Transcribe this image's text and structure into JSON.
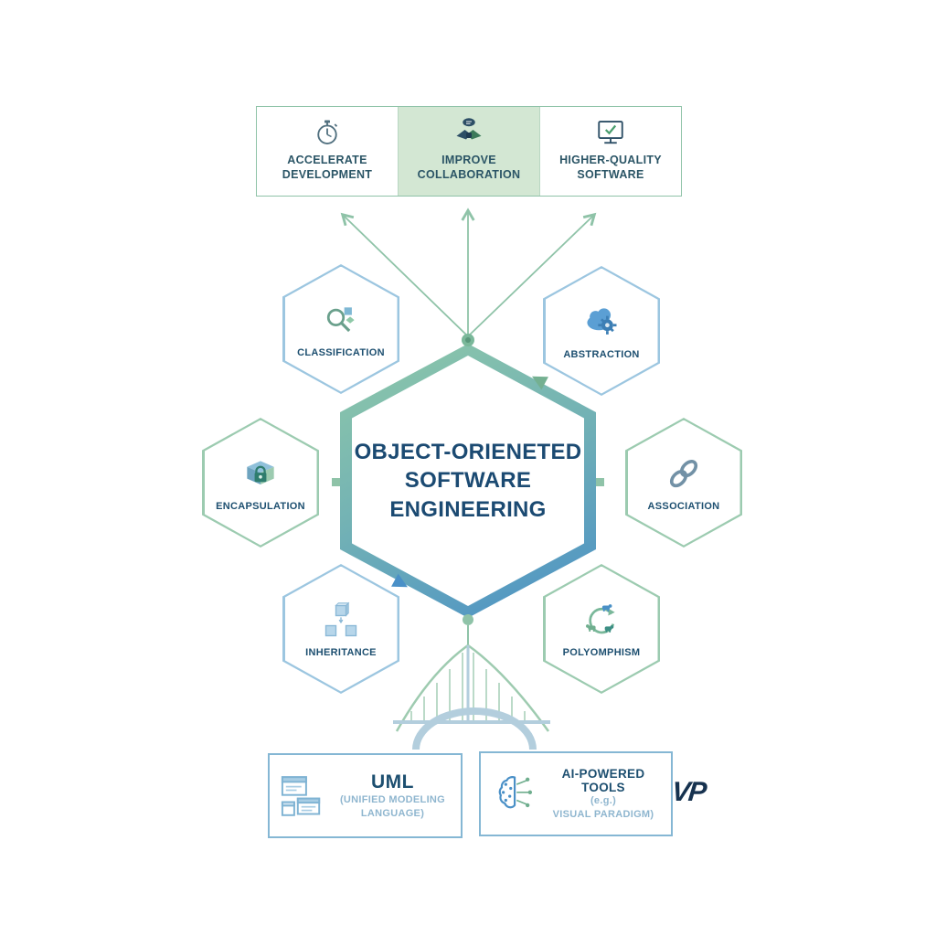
{
  "colors": {
    "accent_green": "#8fc3a8",
    "accent_blue": "#4a90c7",
    "navy_text": "#1d4f70",
    "banner_highlight_bg": "#d3e7d3",
    "hex_border_blue": "#9cc6e0",
    "hex_border_green": "#9ccbb0",
    "subtitle_blue": "#8fb6cf",
    "bridge_blue": "#b3cedd"
  },
  "benefits_banner": {
    "items": [
      {
        "label": "ACCELERATE DEVELOPMENT",
        "icon": "stopwatch-icon",
        "highlighted": false
      },
      {
        "label": "IMPROVE COLLABORATION",
        "icon": "handshake-icon",
        "highlighted": true
      },
      {
        "label": "HIGHER-QUALITY SOFTWARE",
        "icon": "monitor-check-icon",
        "highlighted": false
      }
    ]
  },
  "center_hexagon": {
    "title_lines": [
      "OBJECT-ORIENETED",
      "SOFTWARE",
      "ENGINEERING"
    ]
  },
  "concept_hexagons": [
    {
      "label": "CLASSIFICATION",
      "icon": "magnifier-cubes-icon",
      "position": "top-left"
    },
    {
      "label": "ABSTRACTION",
      "icon": "cloud-gear-icon",
      "position": "top-right"
    },
    {
      "label": "ENCAPSULATION",
      "icon": "lockbox-icon",
      "position": "mid-left"
    },
    {
      "label": "ASSOCIATION",
      "icon": "chain-link-icon",
      "position": "mid-right"
    },
    {
      "label": "INHERITANCE",
      "icon": "stacked-cubes-icon",
      "position": "bottom-left"
    },
    {
      "label": "POLYOMPHISM",
      "icon": "cycle-animals-icon",
      "position": "bottom-right"
    }
  ],
  "tool_boxes": [
    {
      "title": "UML",
      "subtitle_line1": "(UNIFIED MODELING",
      "subtitle_line2": "LANGUAGE)",
      "icon": "wireframe-windows-icon"
    },
    {
      "title": "AI-POWERED TOOLS",
      "subtitle_line1": "(e.g.)",
      "subtitle_line2": "VISUAL PARADIGM)",
      "icon": "brain-circuit-icon"
    }
  ],
  "logo_text": "VP"
}
